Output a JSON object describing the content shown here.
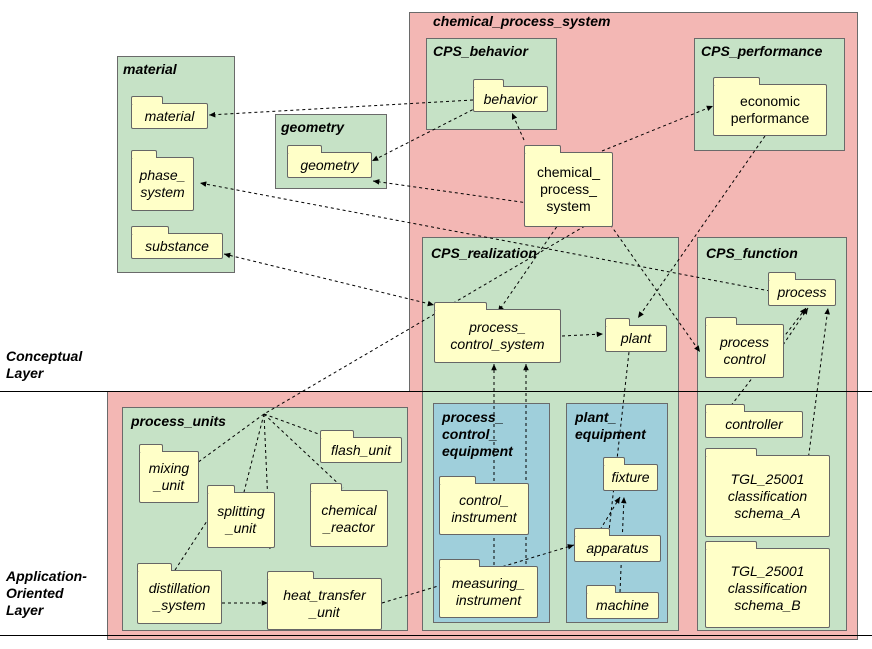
{
  "layers": {
    "conceptual": "Conceptual\nLayer",
    "application": "Application-\nOriented\nLayer"
  },
  "packages": {
    "chemical_process_system": "chemical_process_system",
    "material": "material",
    "geometry": "geometry",
    "cps_behavior": "CPS_behavior",
    "cps_performance": "CPS_performance",
    "cps_realization": "CPS_realization",
    "cps_function": "CPS_function",
    "process_units": "process_units",
    "process_control_equipment": "process_\ncontrol_\nequipment",
    "plant_equipment": "plant_\nequipment"
  },
  "folders": {
    "material": "material",
    "phase_system": "phase_\nsystem",
    "substance": "substance",
    "geometry": "geometry",
    "behavior": "behavior",
    "economic_performance": "economic\nperformance",
    "chemical_process_system": "chemical_\nprocess_\nsystem",
    "process_control_system": "process_\ncontrol_system",
    "plant": "plant",
    "process": "process",
    "process_control": "process\ncontrol",
    "mixing_unit": "mixing\n_unit",
    "flash_unit": "flash_unit",
    "splitting_unit": "splitting\n_unit",
    "chemical_reactor": "chemical\n_reactor",
    "distillation_system": "distillation\n_system",
    "heat_transfer_unit": "heat_transfer\n_unit",
    "control_instrument": "control_\ninstrument",
    "measuring_instrument": "measuring_\ninstrument",
    "fixture": "fixture",
    "apparatus": "apparatus",
    "machine": "machine",
    "controller": "controller",
    "tgl_a": "TGL_25001\nclassification\nschema_A",
    "tgl_b": "TGL_25001\nclassification\nschema_B"
  }
}
